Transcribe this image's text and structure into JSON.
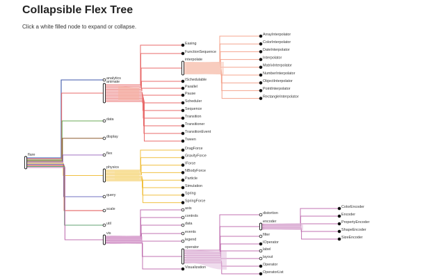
{
  "page": {
    "title": "Collapsible Flex Tree",
    "subtitle": "Click a white filled node to expand or collapse."
  },
  "colors": {
    "root_bundle": [
      "#3b56a8",
      "#e86a6a",
      "#8a5a2b",
      "#7fbf6a",
      "#b08060",
      "#a070c0",
      "#f0c040",
      "#7070c0",
      "#e05050",
      "#60b070",
      "#c070b0"
    ],
    "analytics": "#3b56a8",
    "animate": "#e86a6a",
    "interpolate": "#f4a48e",
    "data": "#6aaa55",
    "display": "#8a5a2b",
    "flex": "#a070c0",
    "physics": "#f0c040",
    "query": "#7070c0",
    "scale": "#e05050",
    "util": "#60a070",
    "vis": "#c070b0",
    "operator": "#c070b0"
  },
  "tree": {
    "root": {
      "label": "flare",
      "state": "expanded"
    },
    "level1": [
      {
        "label": "analytics",
        "state": "collapsed"
      },
      {
        "label": "animate",
        "state": "expanded"
      },
      {
        "label": "data",
        "state": "collapsed"
      },
      {
        "label": "display",
        "state": "collapsed"
      },
      {
        "label": "flex",
        "state": "collapsed"
      },
      {
        "label": "physics",
        "state": "expanded"
      },
      {
        "label": "query",
        "state": "collapsed"
      },
      {
        "label": "scale",
        "state": "collapsed"
      },
      {
        "label": "util",
        "state": "collapsed"
      },
      {
        "label": "vis",
        "state": "expanded"
      }
    ],
    "animate_children": [
      {
        "label": "Easing",
        "state": "leaf"
      },
      {
        "label": "FunctionSequence",
        "state": "leaf"
      },
      {
        "label": "interpolate",
        "state": "expanded"
      },
      {
        "label": "ISchedulable",
        "state": "leaf"
      },
      {
        "label": "Parallel",
        "state": "leaf"
      },
      {
        "label": "Pause",
        "state": "leaf"
      },
      {
        "label": "Scheduler",
        "state": "leaf"
      },
      {
        "label": "Sequence",
        "state": "leaf"
      },
      {
        "label": "Transition",
        "state": "leaf"
      },
      {
        "label": "Transitioner",
        "state": "leaf"
      },
      {
        "label": "TransitionEvent",
        "state": "leaf"
      },
      {
        "label": "Tween",
        "state": "leaf"
      }
    ],
    "interpolate_children": [
      "ArrayInterpolator",
      "ColorInterpolator",
      "DateInterpolator",
      "Interpolator",
      "MatrixInterpolator",
      "NumberInterpolator",
      "ObjectInterpolator",
      "PointInterpolator",
      "RectangleInterpolator"
    ],
    "physics_children": [
      "DragForce",
      "GravityForce",
      "IForce",
      "NBodyForce",
      "Particle",
      "Simulation",
      "Spring",
      "SpringForce"
    ],
    "vis_children": [
      {
        "label": "axis",
        "state": "collapsed"
      },
      {
        "label": "controls",
        "state": "collapsed"
      },
      {
        "label": "data",
        "state": "collapsed"
      },
      {
        "label": "events",
        "state": "collapsed"
      },
      {
        "label": "legend",
        "state": "collapsed"
      },
      {
        "label": "operator",
        "state": "expanded"
      },
      {
        "label": "Visualization",
        "state": "leaf"
      }
    ],
    "operator_children": [
      {
        "label": "distortion",
        "state": "collapsed"
      },
      {
        "label": "encoder",
        "state": "expanded"
      },
      {
        "label": "filter",
        "state": "collapsed"
      },
      {
        "label": "IOperator",
        "state": "leaf"
      },
      {
        "label": "label",
        "state": "collapsed"
      },
      {
        "label": "layout",
        "state": "collapsed"
      },
      {
        "label": "Operator",
        "state": "leaf"
      },
      {
        "label": "OperatorList",
        "state": "leaf"
      }
    ],
    "encoder_children": [
      "ColorEncoder",
      "Encoder",
      "PropertyEncoder",
      "ShapeEncoder",
      "SizeEncoder"
    ]
  }
}
